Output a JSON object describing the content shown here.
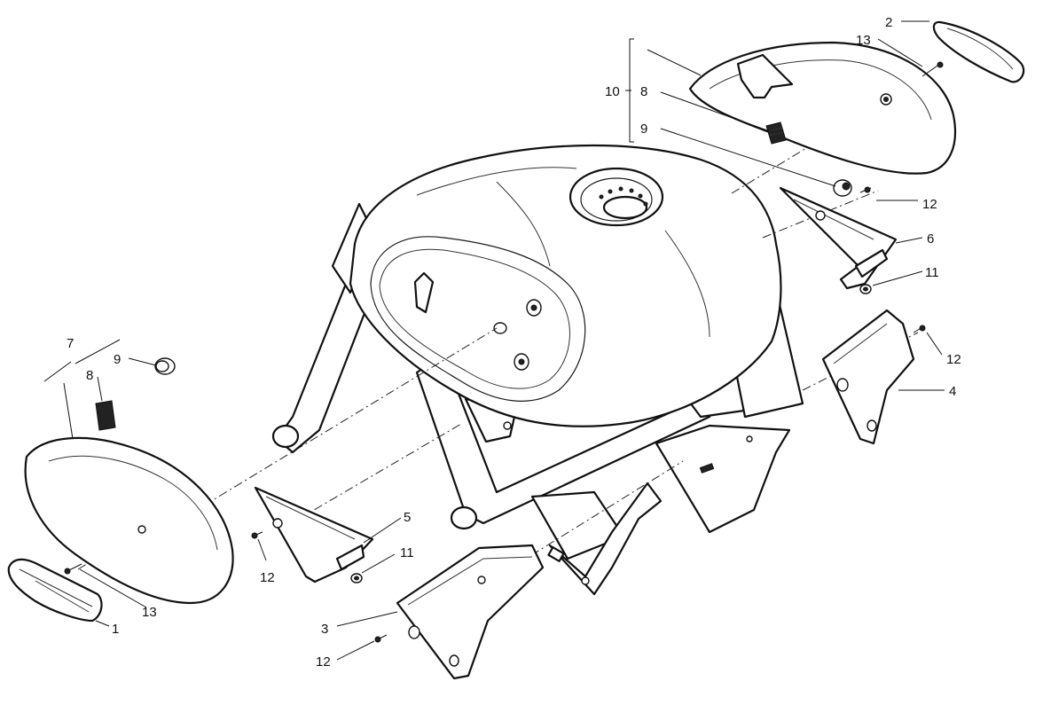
{
  "callouts": {
    "c1": "1",
    "c2": "2",
    "c3": "3",
    "c4": "4",
    "c5": "5",
    "c6": "6",
    "c7": "7",
    "c8_left": "8",
    "c8_right": "8",
    "c9_left": "9",
    "c9_right": "9",
    "c10": "10",
    "c11_left": "11",
    "c11_right": "11",
    "c12_a": "12",
    "c12_b": "12",
    "c12_c": "12",
    "c12_d": "12",
    "c13_left": "13",
    "c13_right": "13"
  },
  "colors": {
    "line": "#111111",
    "background": "#ffffff",
    "shading": "#d9d9d9"
  }
}
